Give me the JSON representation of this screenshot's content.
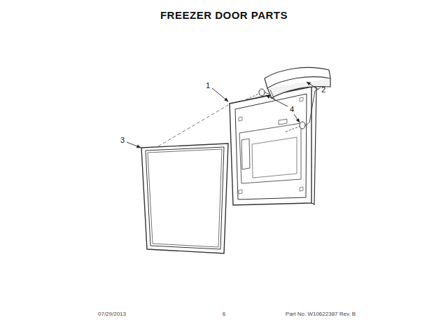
{
  "diagram": {
    "title": "FREEZER DOOR PARTS",
    "labels": [
      "1",
      "2",
      "3",
      "4",
      "07/29/2013",
      "6",
      "Part No. W10622387 Rev. B"
    ]
  }
}
